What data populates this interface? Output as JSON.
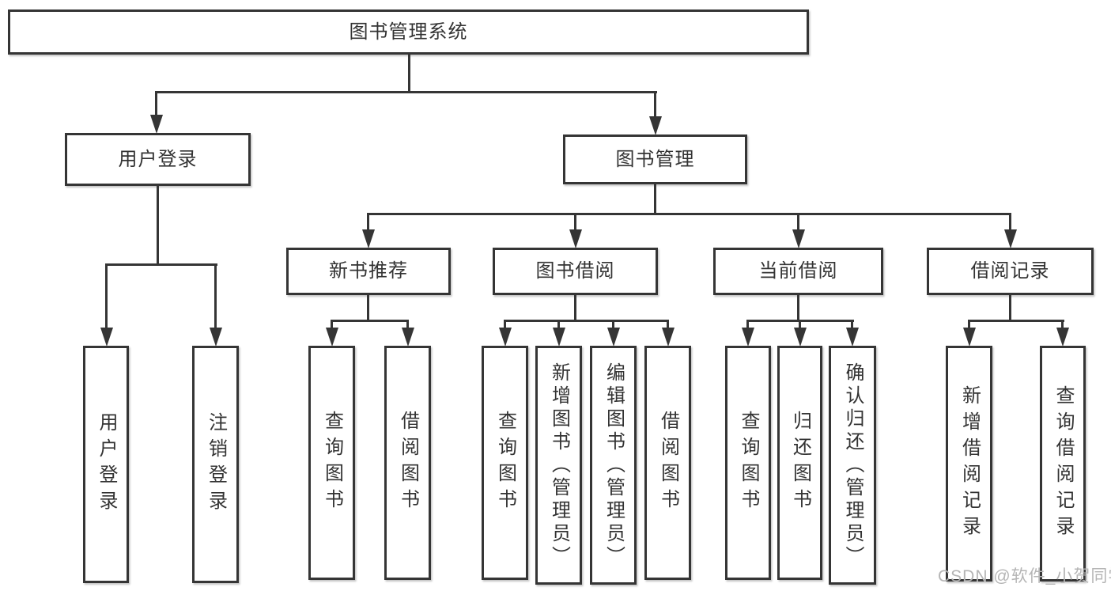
{
  "diagram": {
    "root": "图书管理系统",
    "level2": [
      "用户登录",
      "图书管理"
    ],
    "level3": [
      "新书推荐",
      "图书借阅",
      "当前借阅",
      "借阅记录"
    ],
    "leaves": {
      "user_login": [
        "用户登录",
        "注销登录"
      ],
      "new_book_recommend": [
        "查询图书",
        "借阅图书"
      ],
      "book_borrow": [
        "查询图书",
        "新增图书（管理员）",
        "编辑图书（管理员）",
        "借阅图书"
      ],
      "current_borrow": [
        "查询图书",
        "归还图书",
        "确认归还（管理员）"
      ],
      "borrow_records": [
        "新增借阅记录",
        "查询借阅记录"
      ]
    },
    "line_color": "#353535",
    "background_color": "#ffffff"
  },
  "watermark": {
    "text": "CSDN @软件_小贺同学",
    "color": "#b5b5b5"
  }
}
